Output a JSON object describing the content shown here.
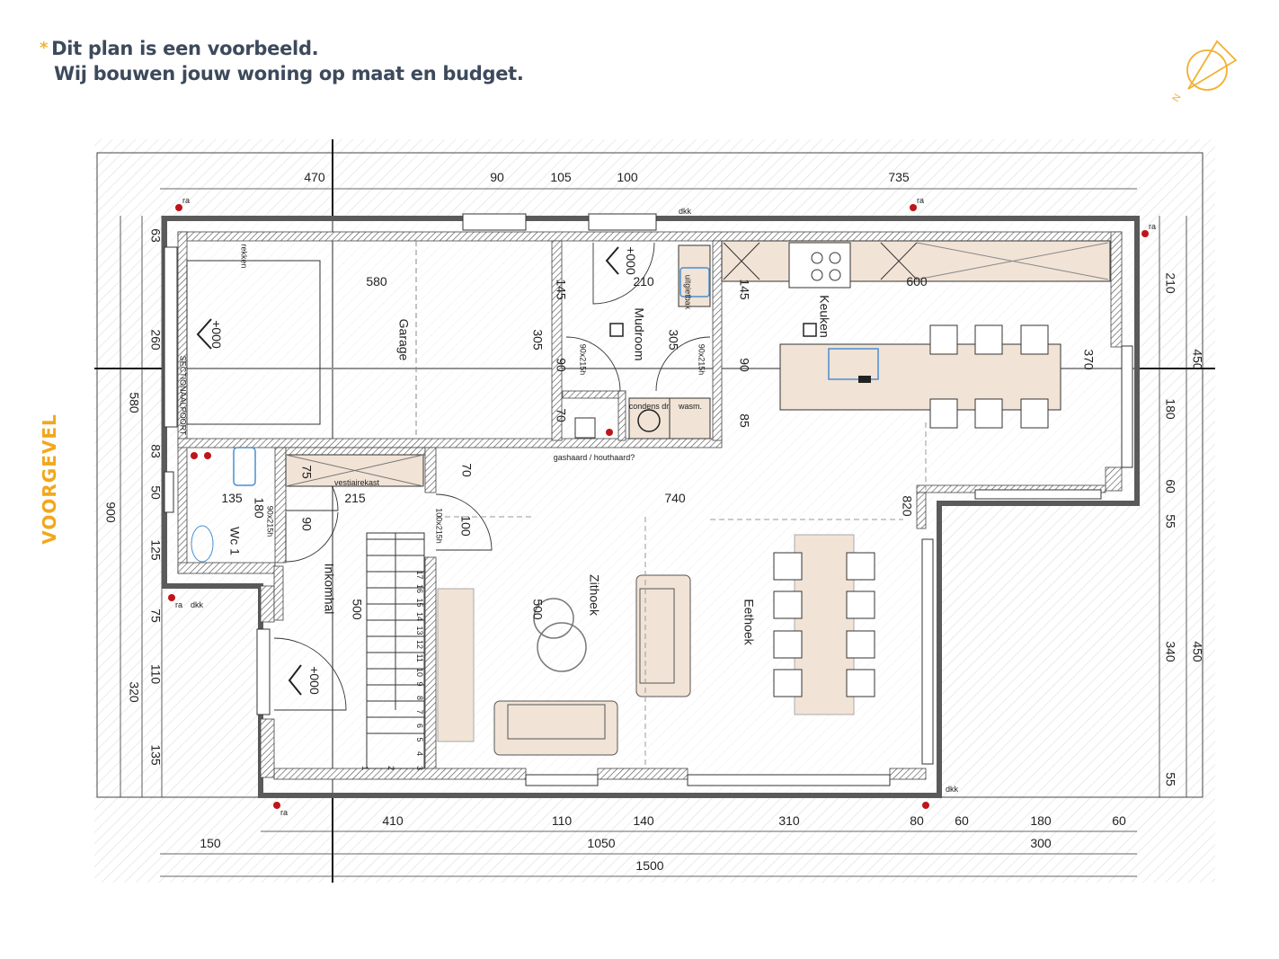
{
  "header": {
    "asterisk": "*",
    "line1": "Dit plan is een voorbeeld.",
    "line2": "Wij bouwen jouw woning op maat en budget."
  },
  "compass": {
    "label": "N",
    "color": "#f2b233"
  },
  "facade_label": "VOORGEVEL",
  "colors": {
    "accent": "#f2a71b",
    "wall": "#5a5a5a",
    "furniture_fill": "#f1e3d6",
    "fixture_blue": "#4a8fd0",
    "marker_red": "#c0141b"
  },
  "dimensions": {
    "top": [
      "470",
      "90",
      "105",
      "100",
      "735"
    ],
    "bottom_row1": [
      "410",
      "110",
      "140",
      "310",
      "80",
      "60",
      "180",
      "60"
    ],
    "bottom_row2": [
      "150",
      "1050",
      "300"
    ],
    "bottom_total": "1500",
    "left_inner": [
      "63",
      "260",
      "83",
      "50",
      "125",
      "75",
      "110",
      "135"
    ],
    "left_mid": [
      "580",
      "320"
    ],
    "left_total": "900",
    "right_inner": [
      "210",
      "180",
      "60",
      "55",
      "340",
      "55"
    ],
    "right_outer": [
      "450",
      "450"
    ]
  },
  "rooms": {
    "garage": "Garage",
    "mudroom": "Mudroom",
    "keuken": "Keuken",
    "wc": "Wc 1",
    "inkomhal": "Inkomhal",
    "zithoek": "Zithoek",
    "eethoek": "Eethoek"
  },
  "interior_dims": {
    "garage_w": "580",
    "garage_d": "305",
    "mud_145": "145",
    "mud_90": "90",
    "mud_70": "70",
    "mud_210": "210",
    "mud_305": "305",
    "k_145": "145",
    "k_90": "90",
    "k_85": "85",
    "k_600": "600",
    "k_370": "370",
    "vest_75": "75",
    "vest_215": "215",
    "wc_135": "135",
    "wc_180": "180",
    "hal_90": "90",
    "hal_70": "70",
    "hal_100": "100",
    "liv_740": "740",
    "liv_820": "820",
    "hal_500": "500",
    "zit_500": "500"
  },
  "annotations": {
    "level": "+000",
    "sectionaalpoort": "SECTIONAALPOORT",
    "vestiairekast": "vestiairekast",
    "gashaard": "gashaard / houthaard?",
    "condens": "condens dr.",
    "wasm": "wasm.",
    "uitgietbak": "uitgietbak",
    "rekken": "rekken",
    "door_90": "90x215h",
    "door_100": "100x215h",
    "ra": "ra",
    "dkk": "dkk"
  },
  "stairs": [
    "1",
    "2",
    "3",
    "4",
    "5",
    "6",
    "7",
    "8",
    "9",
    "10",
    "11",
    "12",
    "13",
    "14",
    "15",
    "16",
    "17"
  ]
}
